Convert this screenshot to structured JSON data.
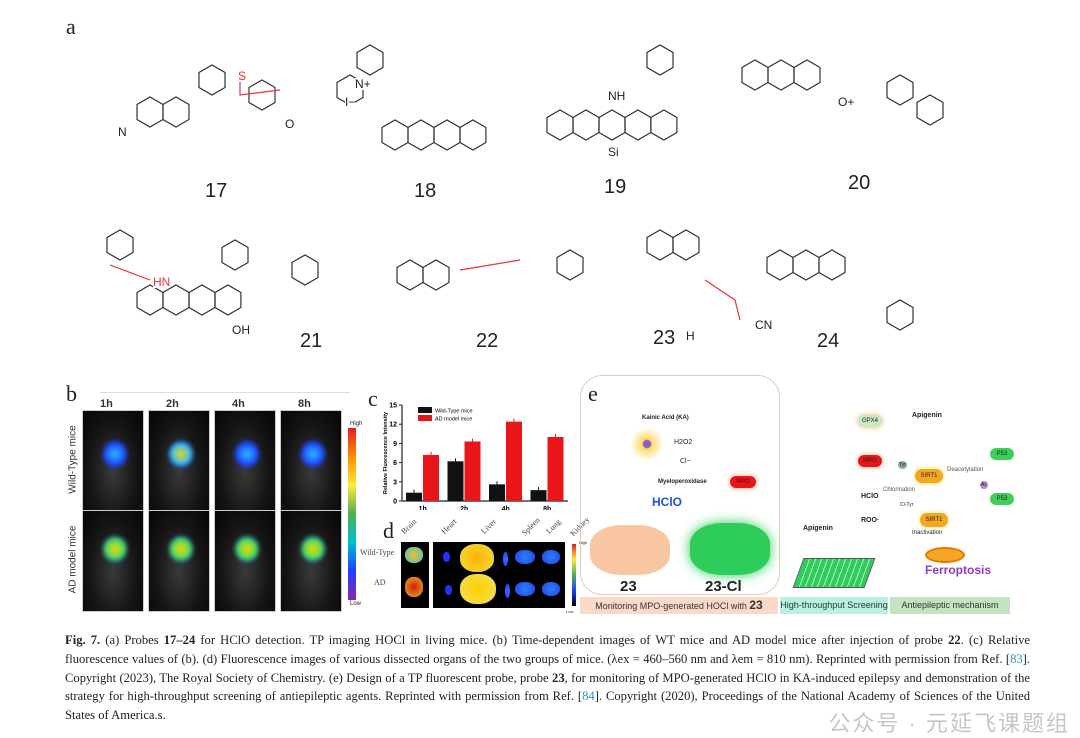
{
  "panels": {
    "a": "a",
    "b": "b",
    "c": "c",
    "d": "d",
    "e": "e"
  },
  "compounds": [
    "17",
    "18",
    "19",
    "20",
    "21",
    "22",
    "23",
    "24"
  ],
  "atoms": {
    "s": "S",
    "o": "O",
    "n": "N",
    "nplus": "N+",
    "iminus": "I−",
    "si": "Si",
    "oplus": "O+",
    "hn": "HN",
    "nh": "NH",
    "oh": "OH",
    "cn": "CN",
    "h": "H"
  },
  "panel_b": {
    "times": [
      "1h",
      "2h",
      "4h",
      "8h"
    ],
    "rows": [
      "Wild-Type mice",
      "AD model mice"
    ],
    "scale_high": "High",
    "scale_low": "Low"
  },
  "chart_data": {
    "type": "bar",
    "title": "",
    "xlabel": "",
    "ylabel": "Relative Fluorescence Intensity",
    "categories": [
      "1h",
      "2h",
      "4h",
      "8h"
    ],
    "series": [
      {
        "name": "Wild-Type mice",
        "color": "#111111",
        "values": [
          1.3,
          6.2,
          2.6,
          1.7
        ]
      },
      {
        "name": "AD model mice",
        "color": "#e8161b",
        "values": [
          7.2,
          9.3,
          12.4,
          10.0
        ]
      }
    ],
    "ylim": [
      0,
      15
    ],
    "yticks": [
      "0",
      "3",
      "6",
      "9",
      "12",
      "15"
    ],
    "legend": "top-left",
    "grid": false
  },
  "panel_d": {
    "organs": [
      "Brain",
      "Heart",
      "Liver",
      "Spleen",
      "Lung",
      "Kidney"
    ],
    "rows": [
      "Wild-Type",
      "AD"
    ],
    "scale_high": "High",
    "scale_low": "Low"
  },
  "panel_e": {
    "ka": "Kainic Acid (KA)",
    "h2o2": "H2O2",
    "cl": "Cl−",
    "myelo": "Myeloperoxidase",
    "mpo": "MPO",
    "hclo": "HClO",
    "probe": "23",
    "probe_cl": "23-Cl",
    "apigenin": "Apigenin",
    "gpx4": "GPX4",
    "hclo2": "HClO",
    "roo": "ROO·",
    "chlorination": "Chlorination",
    "sirt1": "SIRT1",
    "tyr": "Tyr",
    "cltyr": "Cl-Tyr",
    "inactivation": "Inactivation",
    "deacetylation": "Deacetylation",
    "p53": "P53",
    "ac": "Ac",
    "ferroptosis": "Ferroptosis",
    "bar1": "Monitoring MPO-generated HOCl with",
    "bar1_num": "23",
    "bar2": "High-throughput Screening",
    "bar3": "Antiepileptic mechanism"
  },
  "caption": {
    "fig": "Fig. 7.",
    "t1": " (a) Probes ",
    "b1": "17–24",
    "t2": " for HClO detection. TP imaging HOCl in living mice. (b) Time-dependent images of WT mice and AD model mice after injection of probe ",
    "b2": "22",
    "t3": ". (c) Relative fluorescence values of (b). (d) Fluorescence images of various dissected organs of the two groups of mice. (λex = 460–560 nm and λem = 810 nm). Reprinted with permission from Ref. [",
    "ref1": "83",
    "t4": "]. Copyright (2023), The Royal Society of Chemistry. (e) Design of a TP fluorescent probe, probe ",
    "b3": "23",
    "t5": ", for monitoring of MPO-generated HClO in KA-induced epilepsy and demonstration of the strategy for high-throughput screening of antiepileptic agents. Reprinted with permission from Ref. [",
    "ref2": "84",
    "t6": "]. Copyright (2020), Proceedings of the National Academy of Sciences of the United States of America.s."
  },
  "watermark": "公众号 · 元延飞课题组"
}
